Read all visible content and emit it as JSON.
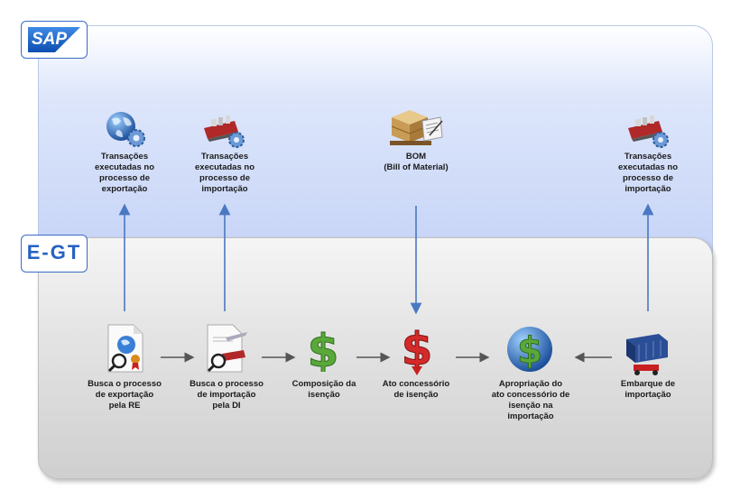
{
  "logos": {
    "sap": "SAP",
    "egt": "E-GT"
  },
  "sap_nodes": [
    {
      "label": "Transações\nexecutadas no\nprocesso de\nexportação",
      "icon": "globe-gear-icon"
    },
    {
      "label": "Transações\nexecutadas no\nprocesso de\nimportação",
      "icon": "ship-gear-icon"
    },
    {
      "label": "BOM\n(Bill of Material)",
      "icon": "boxes-clipboard-icon"
    },
    {
      "label": "Transações\nexecutadas no\nprocesso de\nimportação",
      "icon": "ship-gear-icon"
    }
  ],
  "egt_nodes": [
    {
      "label": "Busca o processo\nde exportação\npela RE",
      "icon": "document-globe-search-icon"
    },
    {
      "label": "Busca o processo\nde importação\npela DI",
      "icon": "document-ship-search-icon"
    },
    {
      "label": "Composição da\nisenção",
      "icon": "green-dollar-icon"
    },
    {
      "label": "Ato concessório\nde isenção",
      "icon": "red-dollar-icon"
    },
    {
      "label": "Apropriação do\nato concessório de\nisenção na\nimportação",
      "icon": "globe-dollar-icon"
    },
    {
      "label": "Embarque de\nimportação",
      "icon": "container-crane-icon"
    }
  ],
  "colors": {
    "arrow_blue": "#4a78c2",
    "arrow_gray": "#555555",
    "sap_blue": "#1b5fbd",
    "egt_blue": "#2462c4"
  }
}
